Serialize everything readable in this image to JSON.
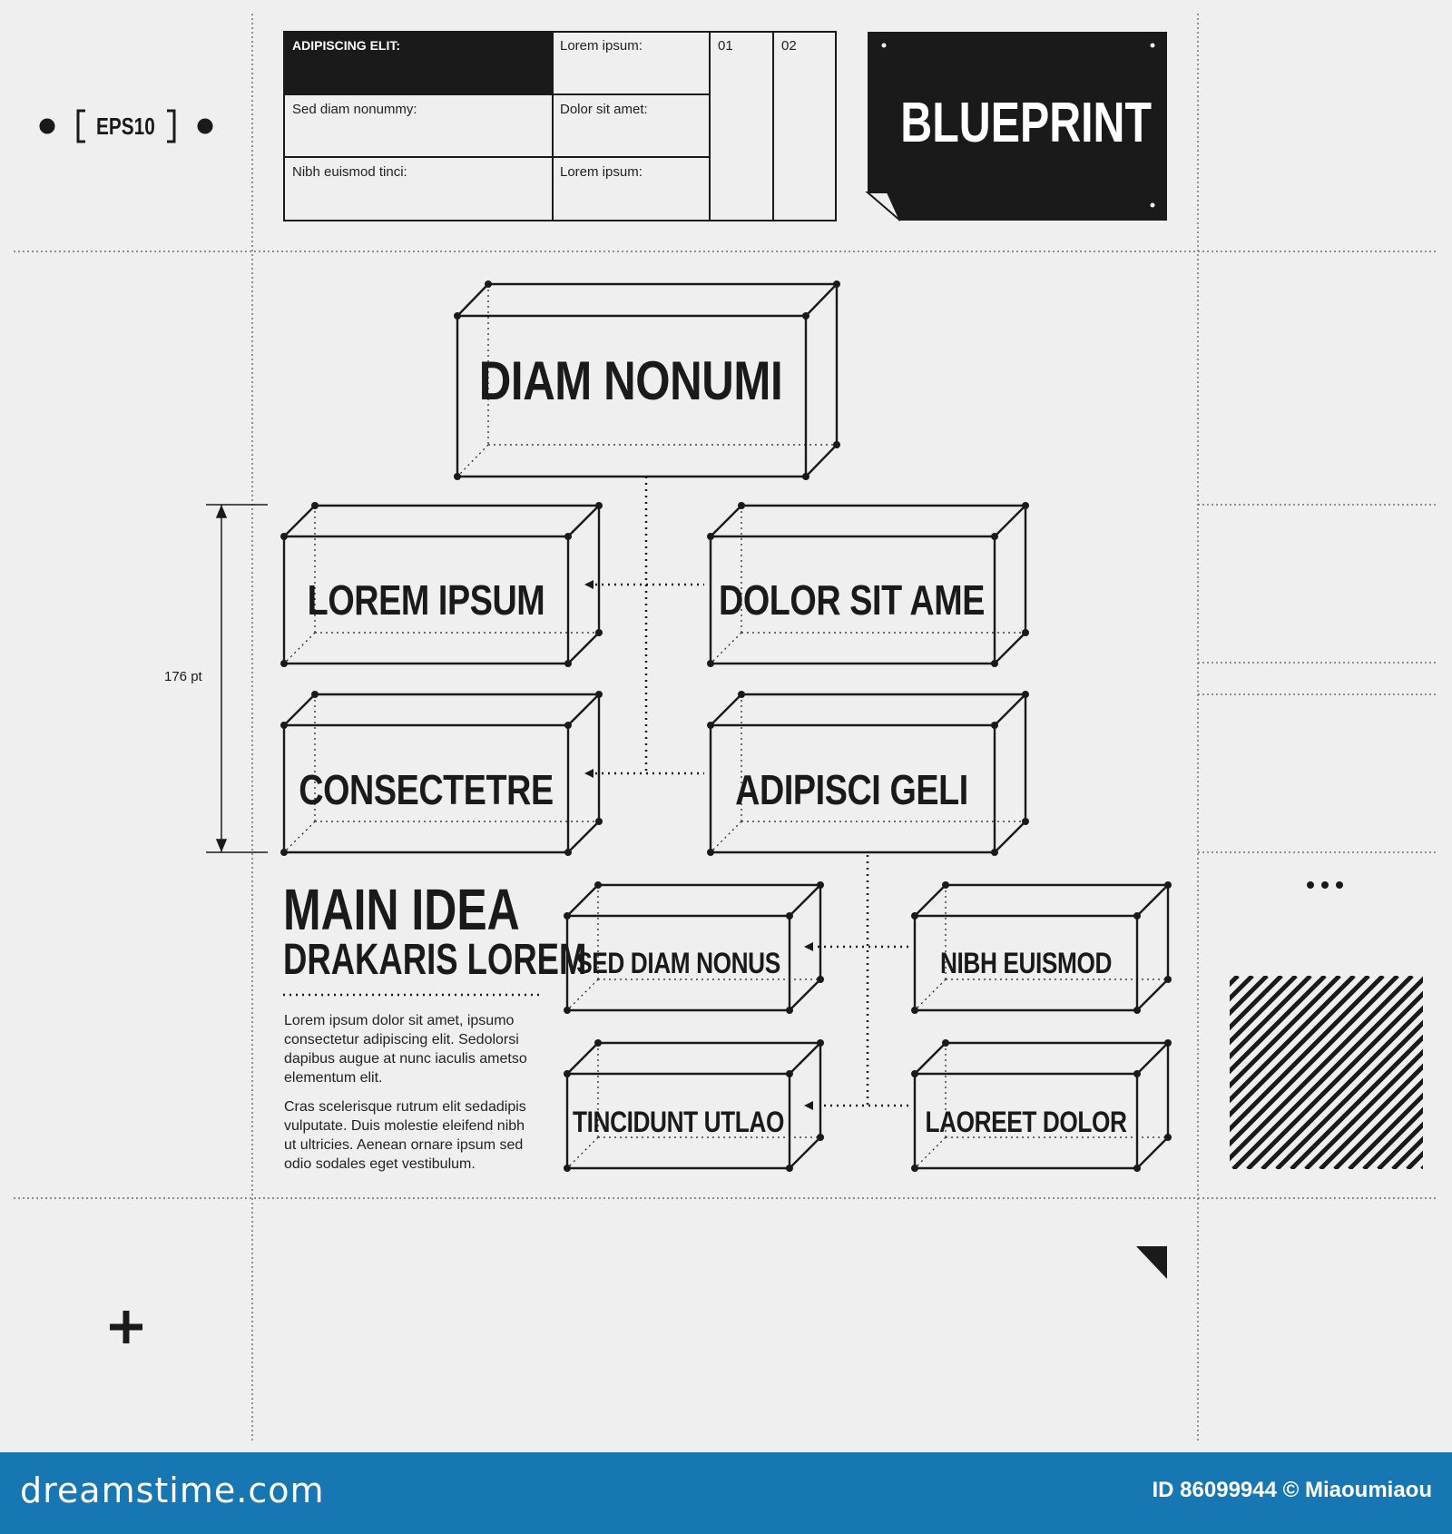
{
  "header": {
    "eps_badge": "EPS10",
    "brand_block": "BLUEPRINT"
  },
  "table": {
    "r1c1": "ADIPISCING ELIT:",
    "r1c2": "Lorem ipsum:",
    "r1c3": "01",
    "r1c4": "02",
    "r2c1": "Sed diam nonummy:",
    "r2c2": "Dolor sit amet:",
    "r3c1": "Nibh euismod tinci:",
    "r3c2": "Lorem ipsum:"
  },
  "diagram": {
    "root": "DIAM NONUMI",
    "level2_left_top": "LOREM IPSUM",
    "level2_right_top": "DOLOR SIT AME",
    "level2_left_bottom": "CONSECTETRE",
    "level2_right_bottom": "ADIPISCI GELI",
    "level3_1": "SED DIAM NONUS",
    "level3_2": "NIBH EUISMOD",
    "level3_3": "TINCIDUNT UTLAO",
    "level3_4": "LAOREET DOLOR",
    "dimension_label": "176 pt"
  },
  "main_idea": {
    "title": "MAIN IDEA",
    "subtitle": "DRAKARIS LOREM",
    "paragraph_1": "Lorem ipsum dolor sit amet, ipsumo consectetur adipiscing elit. Sedolorsi dapibus augue at nunc iaculis ametso elementum elit.",
    "paragraph_2": "Cras scelerisque rutrum elit sedadipis vulputate. Duis molestie eleifend nibh ut ultricies. Aenean ornare ipsum sed odio sodales eget vestibulum."
  },
  "footer": {
    "brand": "dreamstime.com",
    "credit": "ID 86099944 © Miaoumiaou"
  },
  "colors": {
    "background": "#efefef",
    "ink": "#1a1a1a",
    "footer": "#1677b3"
  }
}
